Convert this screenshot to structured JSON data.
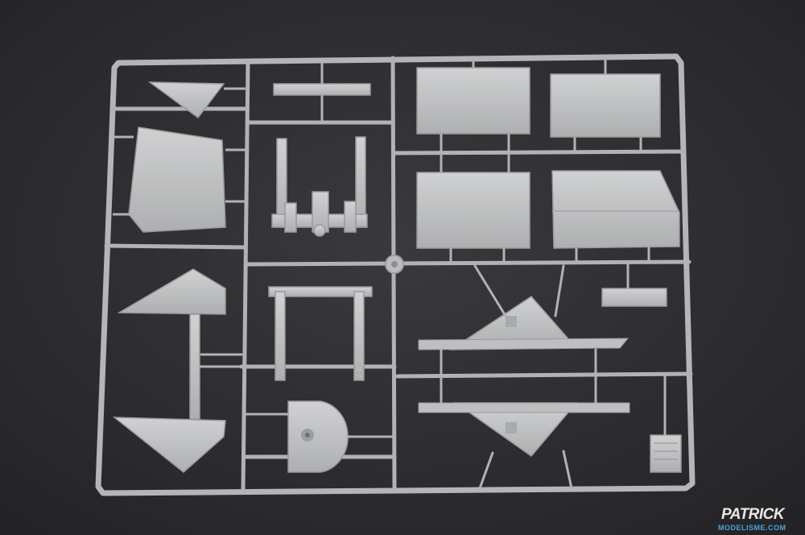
{
  "photo": {
    "subject": "plastic model kit sprue",
    "background_color": "#2b2b2d",
    "plastic_color": "#b9babb"
  },
  "watermark": {
    "line1": "PATRICK",
    "line2": "MODELISME.COM",
    "accent_color": "#e86a1c",
    "sub_color": "#4aa3df"
  }
}
